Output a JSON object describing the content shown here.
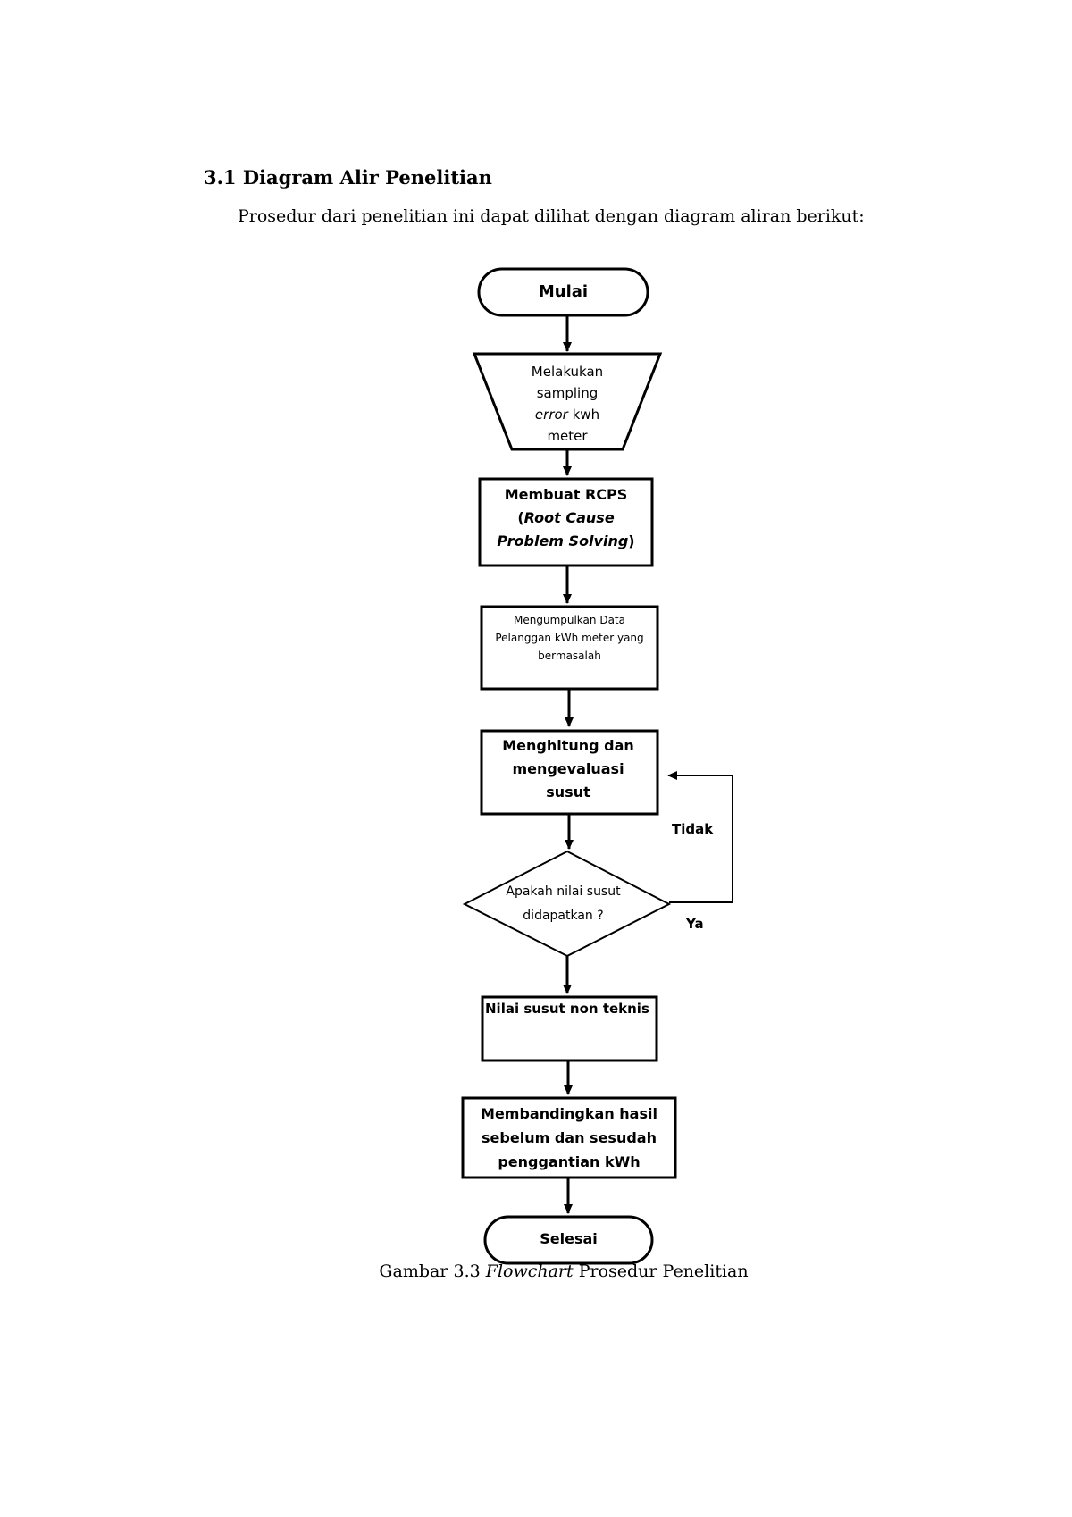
{
  "document": {
    "heading": "3.1 Diagram Alir Penelitian",
    "intro": "Prosedur dari penelitian ini dapat dilihat dengan diagram aliran berikut:",
    "caption": {
      "prefix": "Gambar 3.3 ",
      "italic": "Flowchart",
      "suffix": " Prosedur Penelitian"
    }
  },
  "flowchart": {
    "start": "Mulai",
    "manual_input": {
      "line1": "Melakukan",
      "line2": "sampling",
      "line3_italic": "error",
      "line3_rest": " kwh",
      "line4": "meter"
    },
    "rcps": {
      "prefix": "Membuat RCPS (",
      "italic": "Root Cause Problem Solving",
      "suffix": ")"
    },
    "collect": "Mengumpulkan Data Pelanggan kWh meter yang bermasalah",
    "compute": "Menghitung dan mengevaluasi susut",
    "decision": "Apakah nilai susut didapatkan ?",
    "no_label": "Tidak",
    "yes_label": "Ya",
    "result": "Nilai susut non teknis",
    "compare": "Membandingkan hasil sebelum dan sesudah penggantian kWh",
    "end": "Selesai"
  },
  "colors": {
    "line": "#000000",
    "fill": "#ffffff",
    "text": "#000000"
  }
}
